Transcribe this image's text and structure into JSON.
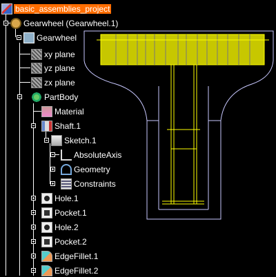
{
  "tree": {
    "root": {
      "label": "basic_assemblies_project",
      "icon": "product-icon"
    },
    "items": [
      {
        "label": "Gearwheel (Gearwheel.1)",
        "icon": "assembly-icon"
      },
      {
        "label": "Gearwheel",
        "icon": "part-icon"
      },
      {
        "label": "xy plane",
        "icon": "plane-icon"
      },
      {
        "label": "yz plane",
        "icon": "plane-icon"
      },
      {
        "label": "zx plane",
        "icon": "plane-icon"
      },
      {
        "label": "PartBody",
        "icon": "body-icon"
      },
      {
        "label": "Material",
        "icon": "material-icon"
      },
      {
        "label": "Shaft.1",
        "icon": "shaft-icon"
      },
      {
        "label": "Sketch.1",
        "icon": "sketch-icon"
      },
      {
        "label": "AbsoluteAxis",
        "icon": "axis-icon"
      },
      {
        "label": "Geometry",
        "icon": "geometry-icon"
      },
      {
        "label": "Constraints",
        "icon": "constraints-icon"
      },
      {
        "label": "Hole.1",
        "icon": "hole-icon"
      },
      {
        "label": "Pocket.1",
        "icon": "pocket-icon"
      },
      {
        "label": "Hole.2",
        "icon": "hole-icon"
      },
      {
        "label": "Pocket.2",
        "icon": "pocket-icon"
      },
      {
        "label": "EdgeFillet.1",
        "icon": "fillet-icon"
      },
      {
        "label": "EdgeFillet.2",
        "icon": "fillet-icon"
      }
    ]
  },
  "viewport": {
    "background": "#000000",
    "selection_color": "#ffff00",
    "wireframe_color": "#c8c8ff"
  },
  "colors": {
    "tree_line": "#ffffff",
    "root_highlight": "#ff6d00",
    "text": "#ffffff"
  }
}
